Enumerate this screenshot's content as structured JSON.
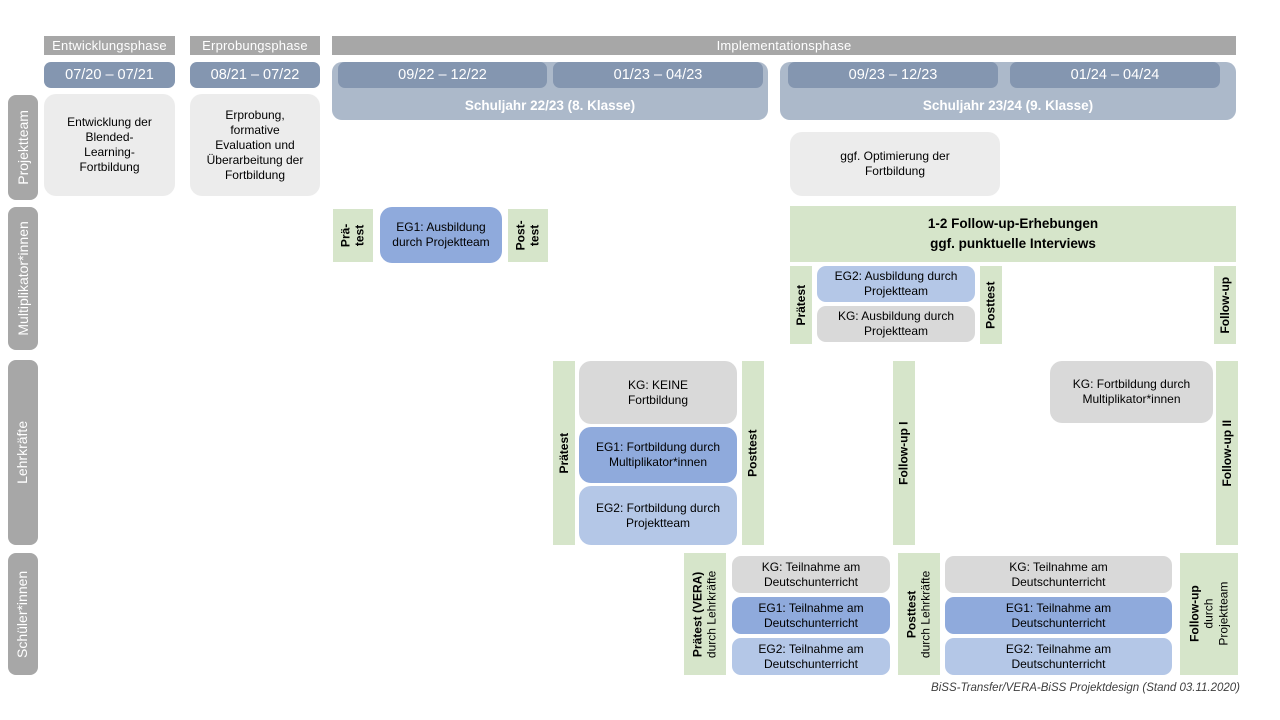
{
  "header": {
    "phases": {
      "entwicklung": "Entwicklungsphase",
      "erprobung": "Erprobungsphase",
      "implementation": "Implementationsphase"
    },
    "dates": {
      "d1": "07/20 – 07/21",
      "d2": "08/21 – 07/22",
      "d3": "09/22 – 12/22",
      "d4": "01/23 – 04/23",
      "d5": "09/23 – 12/23",
      "d6": "01/24 – 04/24"
    },
    "year1": "Schuljahr 22/23 (8. Klasse)",
    "year2": "Schuljahr 23/24 (9. Klasse)"
  },
  "row_labels": {
    "projektteam": "Projektteam",
    "multiplikatoren": "Multiplikator*innen",
    "lehrkraefte": "Lehrkräfte",
    "schueler": "Schüler*innen"
  },
  "projektteam": {
    "entwicklung": "Entwicklung der Blended-Learning-Fortbildung",
    "erprobung": "Erprobung, formative Evaluation und Überarbeitung der Fortbildung",
    "optimierung": "ggf. Optimierung der Fortbildung"
  },
  "multiplikatoren": {
    "pra_line1": "Prä-",
    "pra_line2": "test",
    "eg1": "EG1: Ausbildung durch Projektteam",
    "post_line1": "Post-",
    "post_line2": "test",
    "followup_box_line1": "1-2 Follow-up-Erhebungen",
    "followup_box_line2": "ggf. punktuelle Interviews",
    "praetest": "Prätest",
    "eg2": "EG2: Ausbildung durch Projektteam",
    "kg": "KG: Ausbildung durch Projektteam",
    "posttest": "Posttest",
    "followup": "Follow-up"
  },
  "lehrkraefte": {
    "praetest": "Prätest",
    "kg": "KG: KEINE Fortbildung",
    "eg1": "EG1: Fortbildung durch Multiplikator*innen",
    "eg2": "EG2: Fortbildung durch Projektteam",
    "posttest": "Posttest",
    "followup1": "Follow-up I",
    "kg2": "KG: Fortbildung durch Multiplikator*innen",
    "followup2": "Follow-up II"
  },
  "schueler": {
    "praetest_line1": "Prätest (VERA)",
    "praetest_line2": "durch  Lehrkräfte",
    "kg": "KG: Teilnahme am Deutschunterricht",
    "eg1": "EG1: Teilnahme am Deutschunterricht",
    "eg2": "EG2: Teilnahme am Deutschunterricht",
    "posttest_line1": "Posttest",
    "posttest_line2": "durch  Lehrkräfte",
    "followup_line1": "Follow-up",
    "followup_line2": "durch",
    "followup_line3": "Projektteam"
  },
  "footer": "BiSS-Transfer/VERA-BiSS Projektdesign (Stand 03.11.2020)",
  "colors": {
    "phase_gray": "#a7a7a7",
    "date_blue_gray": "#8496b0",
    "year_blue_gray_light": "#acb9ca",
    "box_light_gray": "#ececec",
    "box_gray": "#d9d9d9",
    "box_blue_medium": "#8faadc",
    "box_blue_light": "#b4c7e7",
    "box_green": "#d6e5ca"
  }
}
